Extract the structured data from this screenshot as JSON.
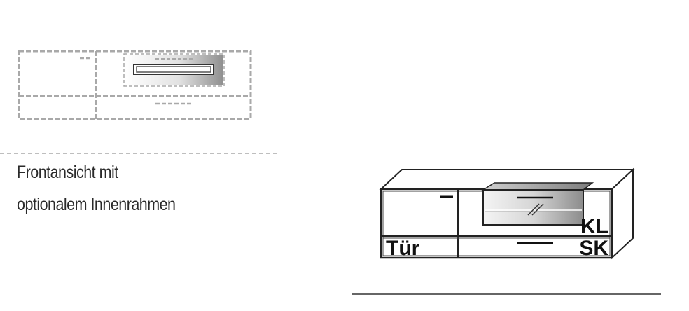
{
  "caption": {
    "line1": "Frontansicht mit",
    "line2": "optionalem Innenrahmen"
  },
  "cabinet": {
    "label_door": "Tür",
    "label_kl": "KL",
    "label_sk": "SK"
  },
  "colors": {
    "outline": "#222222",
    "dashed": "#a9a9a9",
    "glass_dark": "#8f8f8f",
    "glass_light": "#f2f2f2"
  }
}
